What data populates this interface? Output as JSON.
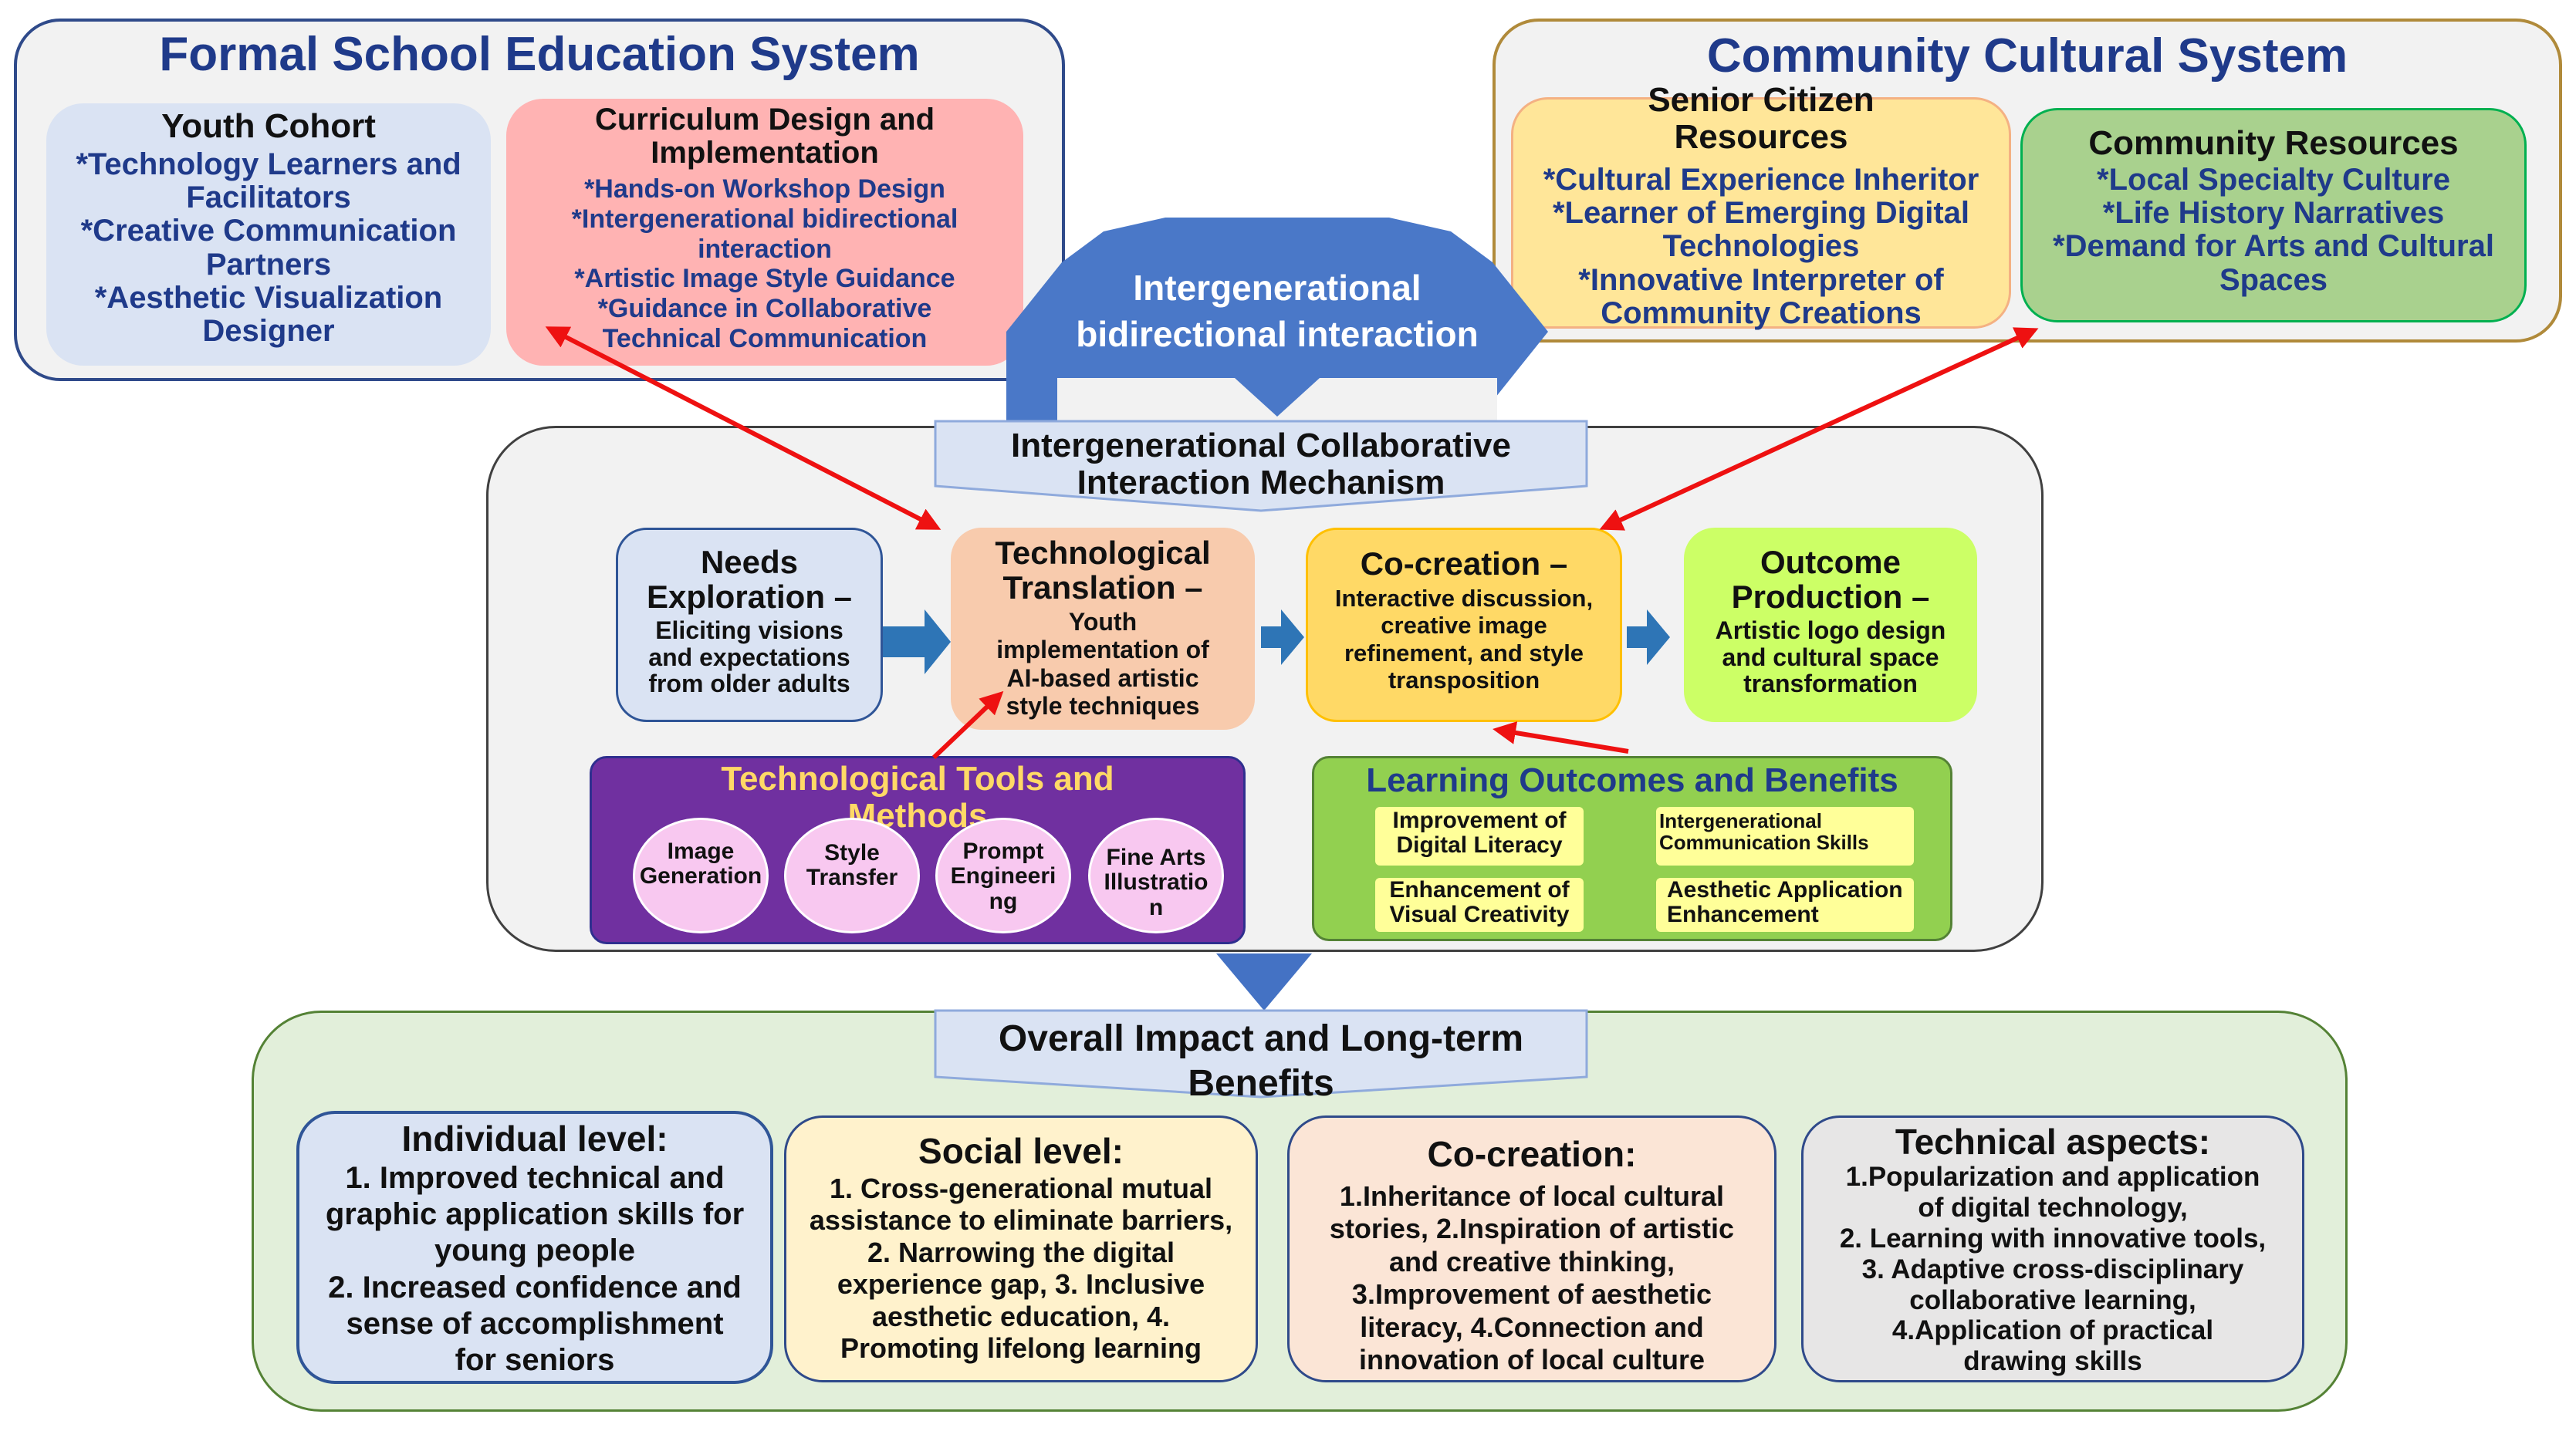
{
  "formal": {
    "title": "Formal School Education System",
    "youth": {
      "title": "Youth Cohort",
      "items": "*Technology Learners and\nFacilitators\n*Creative Communication\nPartners\n*Aesthetic Visualization\nDesigner"
    },
    "curriculum": {
      "title": "Curriculum Design and\nImplementation",
      "items": "*Hands-on Workshop Design\n*Intergenerational bidirectional\ninteraction\n*Artistic Image Style Guidance\n*Guidance in Collaborative\nTechnical Communication"
    }
  },
  "community": {
    "title": "Community Cultural System",
    "senior": {
      "title": "Senior Citizen\nResources",
      "items": "*Cultural Experience Inheritor\n*Learner of Emerging Digital\nTechnologies\n*Innovative Interpreter of\nCommunity Creations"
    },
    "resources": {
      "title": "Community Resources",
      "items": "*Local Specialty Culture\n*Life History Narratives\n*Demand for Arts and Cultural\nSpaces"
    }
  },
  "bidirectional": "Intergenerational\nbidirectional interaction",
  "mechanism": {
    "title": "Intergenerational Collaborative\nInteraction Mechanism",
    "steps": [
      {
        "title": "Needs\nExploration –",
        "desc": "Eliciting visions\nand expectations\nfrom older adults"
      },
      {
        "title": "Technological\nTranslation –",
        "desc": "Youth\nimplementation of\nAI-based artistic\nstyle techniques"
      },
      {
        "title": "Co-creation –",
        "desc": "Interactive discussion,\ncreative image\nrefinement, and style\ntransposition"
      },
      {
        "title": "Outcome\nProduction –",
        "desc": "Artistic logo design\nand cultural space\ntransformation"
      }
    ],
    "tools": {
      "title": "Technological Tools and\nMethods",
      "items": [
        "Image\nGeneration",
        "Style\nTransfer",
        "Prompt\nEngineeri\nng",
        "Fine Arts\nIllustratio\nn"
      ]
    },
    "outcomes": {
      "title": "Learning Outcomes and Benefits",
      "items": [
        "Improvement of\nDigital Literacy",
        "Intergenerational\nCommunication Skills",
        "Enhancement of\nVisual Creativity",
        "Aesthetic Application\nEnhancement"
      ]
    }
  },
  "impact": {
    "title": "Overall Impact and Long-term\nBenefits",
    "cards": [
      {
        "title": "Individual level:",
        "body": "1. Improved technical and\ngraphic application skills for\nyoung people\n2. Increased confidence and\nsense of accomplishment\nfor seniors"
      },
      {
        "title": "Social level:",
        "body": "1. Cross-generational mutual\nassistance to eliminate barriers,\n2. Narrowing the digital\nexperience gap, 3. Inclusive\naesthetic education, 4.\nPromoting lifelong learning"
      },
      {
        "title": "Co-creation:",
        "body": "1.Inheritance of local cultural\nstories, 2.Inspiration of artistic\nand creative thinking,\n3.Improvement of aesthetic\nliteracy, 4.Connection and\ninnovation of local culture"
      },
      {
        "title": "Technical aspects:",
        "body": "1.Popularization and application\nof digital technology,\n2. Learning with innovative tools,\n3. Adaptive cross-disciplinary\ncollaborative learning,\n4.Application of practical\ndrawing skills"
      }
    ]
  },
  "colors": {
    "navy": "#1f3a8a",
    "blue_accent": "#4a78c8",
    "arrow_red": "#ee1111",
    "tools_purple": "#7030a0",
    "outcomes_green": "#92d050"
  }
}
